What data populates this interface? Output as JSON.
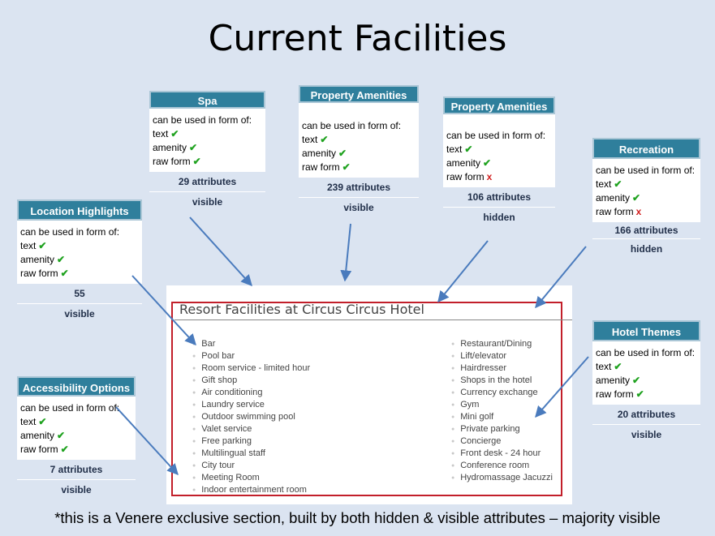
{
  "title": "Current Facilities",
  "cards": {
    "spa": {
      "header": "Spa",
      "intro": "can be used in form of:",
      "text": "text",
      "amenity": "amenity",
      "raw": "raw form",
      "attrs": "29 attributes",
      "visibility": "visible"
    },
    "amenities1": {
      "header": "Property Amenities",
      "intro": "can be used in form of:",
      "text": "text",
      "amenity": "amenity",
      "raw": "raw form",
      "attrs": "239 attributes",
      "visibility": "visible"
    },
    "amenities2": {
      "header": "Property Amenities",
      "intro": "can be used in form of:",
      "text": "text",
      "amenity": "amenity",
      "raw": "raw form",
      "attrs": "106 attributes",
      "visibility": "hidden"
    },
    "recreation": {
      "header": "Recreation",
      "intro": "can be used in form of:",
      "text": "text",
      "amenity": "amenity",
      "raw": "raw form",
      "attrs": "166 attributes",
      "visibility": "hidden"
    },
    "location": {
      "header": "Location Highlights",
      "intro": "can be used in form of:",
      "text": "text",
      "amenity": "amenity",
      "raw": "raw form",
      "attrs": "55",
      "visibility": "visible"
    },
    "themes": {
      "header": "Hotel Themes",
      "intro": "can be used in form of:",
      "text": "text",
      "amenity": "amenity",
      "raw": "raw form",
      "attrs": "20 attributes",
      "visibility": "visible"
    },
    "access": {
      "header": "Accessibility Options",
      "intro": "can be used in form of:",
      "text": "text",
      "amenity": "amenity",
      "raw": "raw form",
      "attrs": "7 attributes",
      "visibility": "visible"
    }
  },
  "resort": {
    "title": "Resort Facilities at Circus Circus Hotel",
    "left": [
      "Bar",
      "Pool bar",
      "Room service - limited hour",
      "Gift shop",
      "Air conditioning",
      "Laundry service",
      "Outdoor swimming pool",
      "Valet service",
      "Free parking",
      "Multilingual staff",
      "City tour",
      "Meeting Room",
      "Indoor entertainment room"
    ],
    "right": [
      "Restaurant/Dining",
      "Lift/elevator",
      "Hairdresser",
      "Shops in the hotel",
      "Currency exchange",
      "Gym",
      "Mini golf",
      "Private parking",
      "Concierge",
      "Front desk - 24 hour",
      "Conference room",
      "Hydromassage Jacuzzi"
    ]
  },
  "footnote": "*this is a Venere exclusive section, built by both hidden & visible attributes – majority visible",
  "colors": {
    "header": "#2f7f9c",
    "check": "#1fa21f",
    "cross": "#d21f1f",
    "frame": "#c21f2a",
    "arrow": "#4a7bbd",
    "background": "#dbe4f1"
  }
}
